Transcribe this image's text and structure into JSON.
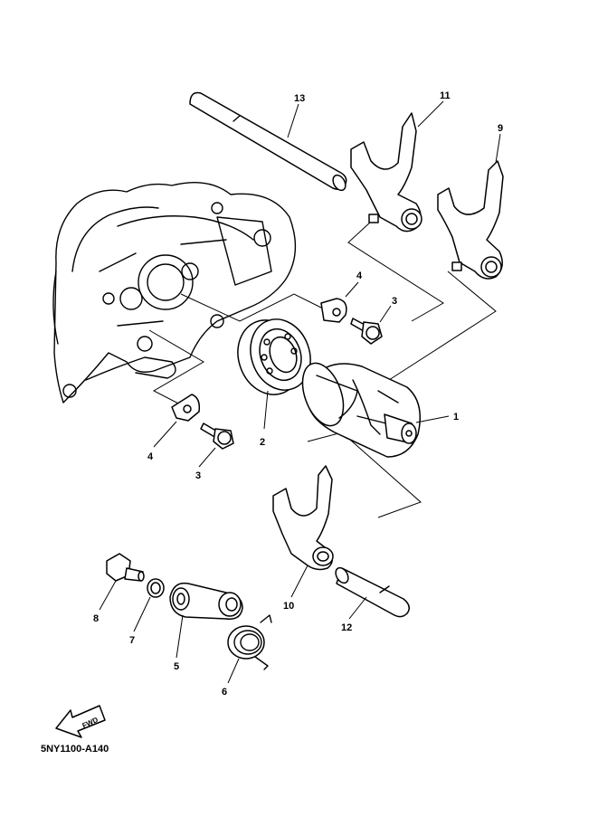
{
  "diagram": {
    "callouts": {
      "p1": "1",
      "p2": "2",
      "p3a": "3",
      "p3b": "3",
      "p4a": "4",
      "p4b": "4",
      "p5": "5",
      "p6": "6",
      "p7": "7",
      "p8": "8",
      "p9": "9",
      "p10": "10",
      "p11": "11",
      "p12": "12",
      "p13": "13"
    },
    "fwd_label": "FWD",
    "diagram_code": "5NY1100-A140"
  }
}
